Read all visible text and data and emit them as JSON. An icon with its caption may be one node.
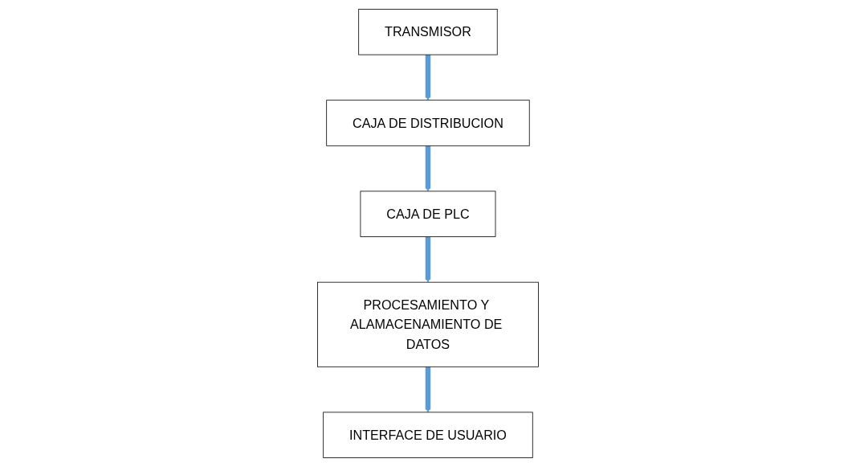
{
  "diagram": {
    "nodes": [
      {
        "text": [
          "TRANSMISOR"
        ]
      },
      {
        "text": [
          "CAJA DE DISTRIBUCION"
        ]
      },
      {
        "text": [
          "CAJA DE PLC"
        ]
      },
      {
        "text": [
          "PROCESAMIENTO Y ALAMACENAMIENTO DE DATOS"
        ]
      },
      {
        "text": [
          "INTERFACE DE USUARIO"
        ]
      }
    ],
    "edges": [
      {
        "from": 0,
        "to": 1,
        "arrow": "to"
      },
      {
        "from": 1,
        "to": 2,
        "arrow": "to"
      },
      {
        "from": 2,
        "to": 3,
        "arrow": "to"
      },
      {
        "from": 3,
        "to": 4,
        "arrow": "to"
      }
    ]
  }
}
